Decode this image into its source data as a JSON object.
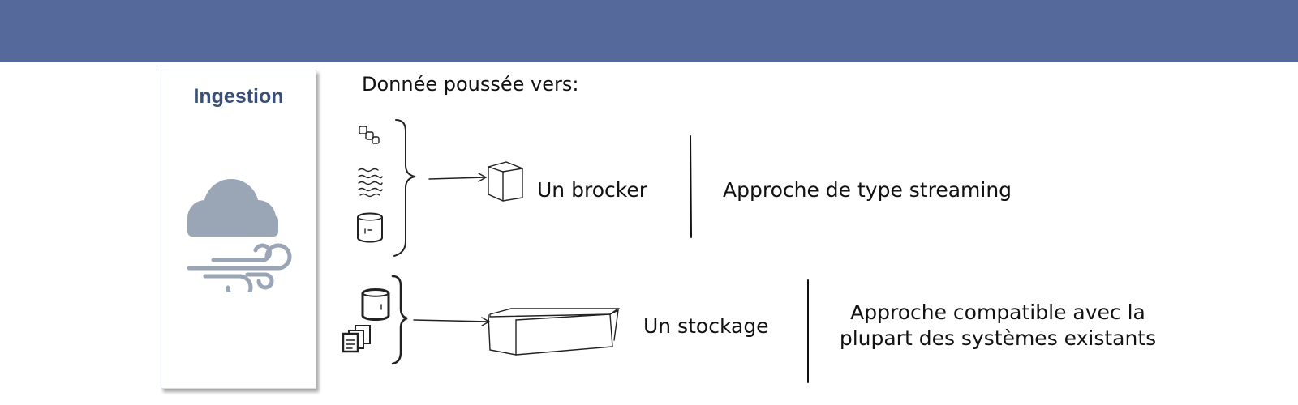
{
  "card": {
    "title": "Ingestion",
    "icon": "cloud-wind-icon",
    "icon_color": "#9aa5b6"
  },
  "header_color": "#556a9a",
  "intro": "Donnée poussée vers:",
  "rows": [
    {
      "sources": [
        "messages-icon",
        "wave-lines-icon",
        "database-icon"
      ],
      "target_icon": "cube-icon",
      "target_label": "Un brocker",
      "approach": "Approche de type streaming"
    },
    {
      "sources": [
        "database-icon",
        "documents-icon"
      ],
      "target_icon": "storage-box-icon",
      "target_label": "Un stockage",
      "approach": "Approche compatible avec la plupart des systèmes existants"
    }
  ]
}
